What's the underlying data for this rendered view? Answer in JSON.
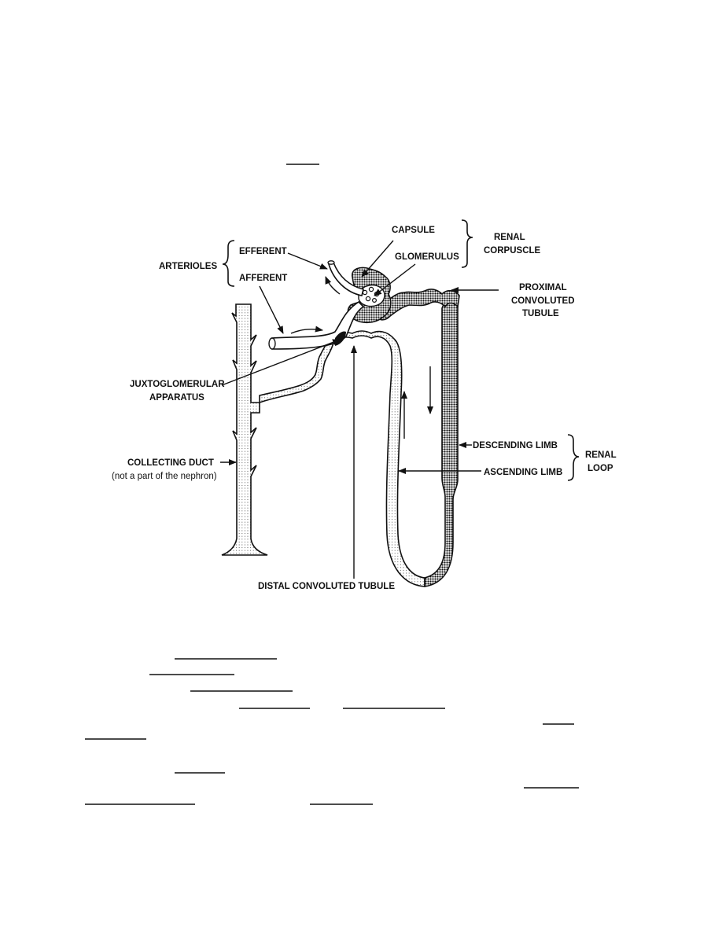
{
  "figure": {
    "labels": {
      "capsule": "CAPSULE",
      "renal_corpuscle_line1": "RENAL",
      "renal_corpuscle_line2": "CORPUSCLE",
      "efferent": "EFFERENT",
      "afferent": "AFFERENT",
      "arterioles": "ARTERIOLES",
      "glomerulus": "GLOMERULUS",
      "proximal_line1": "PROXIMAL",
      "proximal_line2": "CONVOLUTED",
      "proximal_line3": "TUBULE",
      "juxtaglomerular_line1": "JUXTOGLOMERULAR",
      "juxtaglomerular_line2": "APPARATUS",
      "collecting_duct": "COLLECTING DUCT",
      "collecting_duct_note": "(not a part of the nephron)",
      "descending_limb": "DESCENDING LIMB",
      "ascending_limb": "ASCENDING LIMB",
      "renal_loop_line1": "RENAL",
      "renal_loop_line2": "LOOP",
      "distal_tubule": "DISTAL CONVOLUTED TUBULE"
    },
    "colors": {
      "ink": "#111111",
      "dense_stipple": "#111111",
      "light_stipple": "#555555",
      "background": "#ffffff"
    }
  },
  "answer_blanks_count": 11
}
